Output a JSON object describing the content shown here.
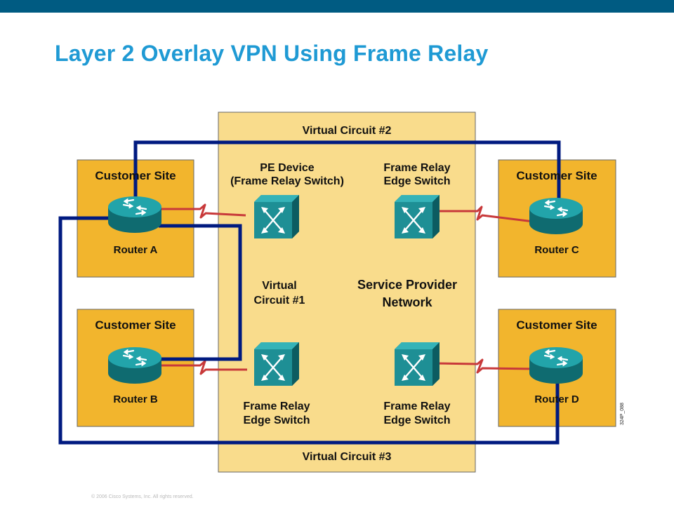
{
  "slide": {
    "title": "Layer 2 Overlay VPN Using Frame Relay",
    "copyright": "© 2006 Cisco Systems, Inc. All rights reserved."
  },
  "colors": {
    "header_bar": "#005b82",
    "title": "#1f9ad4",
    "provider_network": "#f9dc8c",
    "customer_site": "#f2b52d",
    "virtual_circuit": "#001a80",
    "serial_link": "#c8393a",
    "device_teal": "#1c8f94"
  },
  "labels": {
    "vc2": "Virtual Circuit #2",
    "vc1_line1": "Virtual",
    "vc1_line2": "Circuit #1",
    "vc3": "Virtual Circuit #3",
    "pe_line1": "PE Device",
    "pe_line2": "(Frame Relay Switch)",
    "fr_tr_line1": "Frame Relay",
    "fr_tr_line2": "Edge Switch",
    "fr_bl_line1": "Frame Relay",
    "fr_bl_line2": "Edge Switch",
    "fr_br_line1": "Frame Relay",
    "fr_br_line2": "Edge Switch",
    "sp_line1": "Service Provider",
    "sp_line2": "Network",
    "figure_id": "324P_088"
  },
  "sites": [
    {
      "title": "Customer Site",
      "router": "Router A"
    },
    {
      "title": "Customer Site",
      "router": "Router B"
    },
    {
      "title": "Customer Site",
      "router": "Router C"
    },
    {
      "title": "Customer Site",
      "router": "Router D"
    }
  ],
  "icons": {
    "router": "router-icon",
    "switch": "frame-relay-switch-icon"
  }
}
